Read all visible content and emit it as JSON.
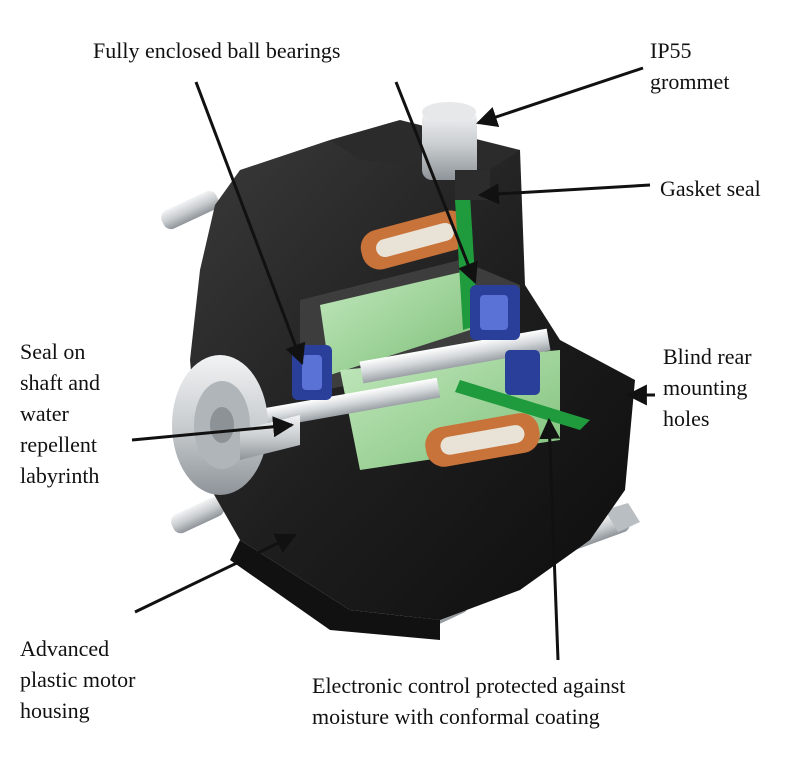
{
  "labels": {
    "bearings": "Fully enclosed ball bearings",
    "grommet": [
      "IP55",
      "grommet"
    ],
    "gasket": "Gasket seal",
    "shaft_seal": [
      "Seal on",
      "shaft and",
      "water",
      "repellent",
      "labyrinth"
    ],
    "rear_holes": [
      "Blind rear",
      "mounting",
      "holes"
    ],
    "housing": [
      "Advanced",
      "plastic motor",
      "housing"
    ],
    "electronic": [
      "Electronic control protected against",
      "moisture with conformal coating"
    ]
  },
  "colors": {
    "housing": "#1c1c1c",
    "pcb": "#1f9a3c",
    "stator": "#9fd79a",
    "bearing": "#2a3f9a",
    "winding": "#c8733a",
    "metal": "#cfd3d6"
  }
}
